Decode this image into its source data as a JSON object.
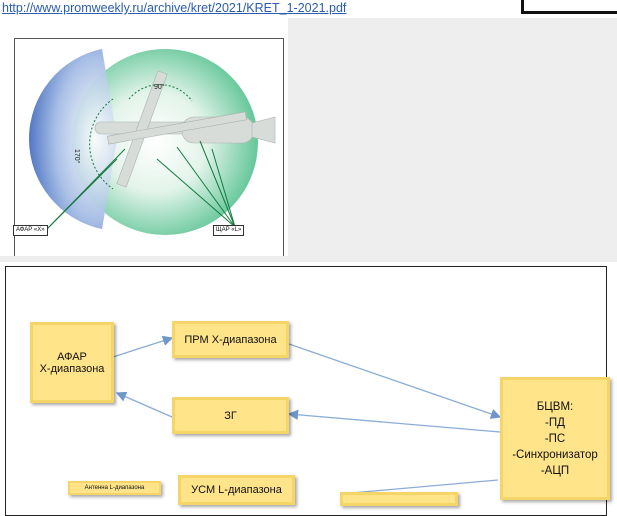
{
  "source_url": "http://www.promweekly.ru/archive/kret/2021/KRET_1-2021.pdf",
  "figure1": {
    "angle_top": "90°",
    "angle_left": "170°",
    "label_left": "АФАР «X»",
    "label_right": "ЩАР «L»"
  },
  "diagram": {
    "blocks": {
      "afar": "АФАР\nX-диапазона",
      "prm": "ПРМ X-диапазона",
      "zg": "ЗГ",
      "bcvm": "БЦВМ:\n-ПД\n-ПС\n-Синхронизатор\n-АЦП",
      "antenna_l": "Антенна L-диапазона",
      "usm": "УСМ L-диапазона"
    }
  }
}
